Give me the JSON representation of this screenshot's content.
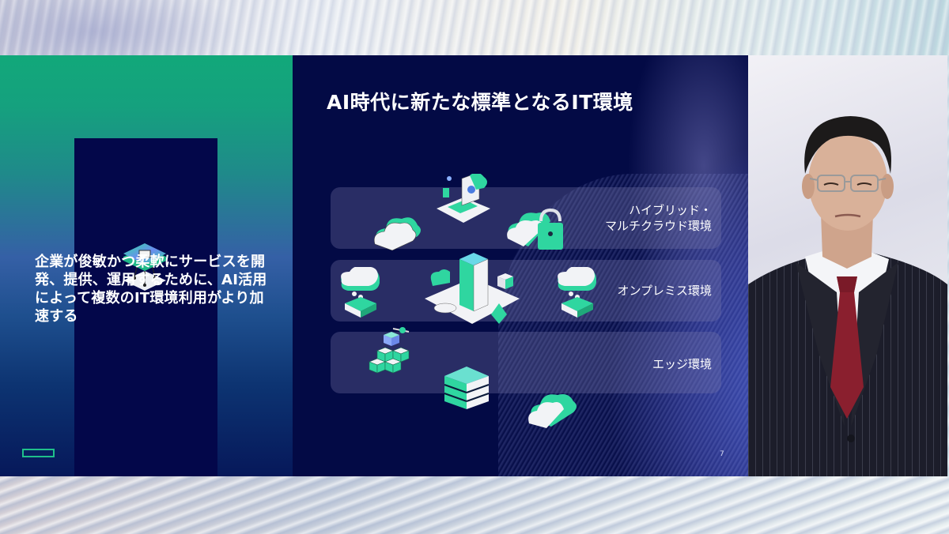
{
  "slide": {
    "title": "AI時代に新たな標準となるIT環境",
    "lead_text": "企業が俊敏かつ柔軟にサービスを開発、提供、運用するために、AI活用によって複数のIT環境利用がより加速する",
    "page_number": "7",
    "environments": [
      {
        "label_line1": "ハイブリッド・",
        "label_line2": "マルチクラウド環境",
        "icons": [
          "cloud-icon",
          "laptop-dashboard-icon",
          "cloud-lock-icon"
        ]
      },
      {
        "label_line1": "オンプレミス環境",
        "icons": [
          "cloud-storage-icon",
          "datacenter-building-icon",
          "cloud-storage-icon"
        ]
      },
      {
        "label_line1": "エッジ環境",
        "icons": [
          "edge-blocks-drone-icon",
          "server-stack-icon",
          "cloud-icon"
        ]
      }
    ],
    "colors": {
      "accent_green": "#1fc08a",
      "navy": "#03074a",
      "panel": "#3a3c6e"
    }
  },
  "video": {
    "subject": "presenter"
  }
}
